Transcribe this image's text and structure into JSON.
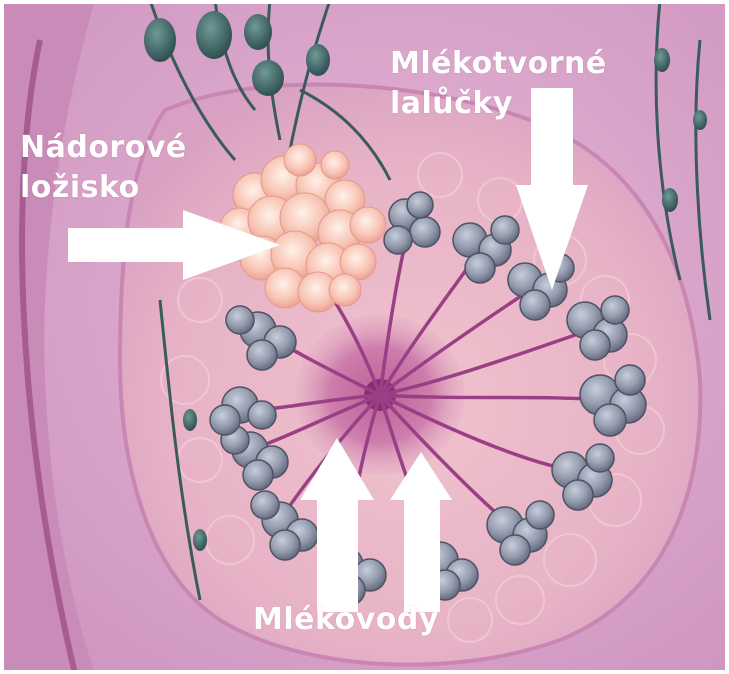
{
  "labels": {
    "lobules_line1": "Mlékotvorné",
    "lobules_line2": "lalůčky",
    "tumor_line1": "Nádorové",
    "tumor_line2": "ložisko",
    "ducts": "Mlékovody"
  },
  "colors": {
    "background_skin": "#d9a5cb",
    "breast_tissue": "#e8b4c8",
    "lobule_gray": "#8f97a8",
    "duct_purple": "#9a3f86",
    "tumor_peach": "#f6c3b3",
    "arrow_white": "#ffffff",
    "frame": "#ffffff"
  },
  "icons": {
    "tumor_arrow": "arrow-right-icon",
    "lobules_arrow": "arrow-down-icon",
    "ducts_arrows": "arrow-up-icon"
  }
}
